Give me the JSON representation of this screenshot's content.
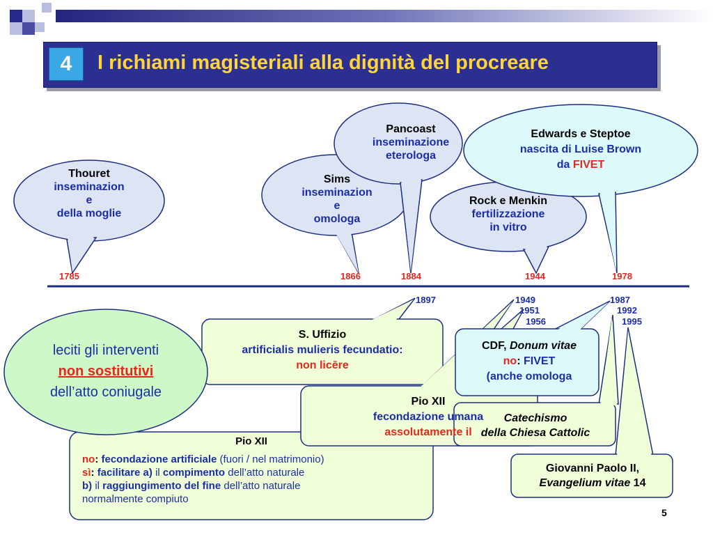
{
  "slide": {
    "number_badge": "4",
    "title": "I richiami magisteriali alla dignità del procreare",
    "page_number": "5"
  },
  "timeline": {
    "top_years": [
      "1785",
      "1866",
      "1884",
      "1944",
      "1978"
    ],
    "bottom_years": [
      "1897",
      "1949",
      "1951",
      "1956",
      "1987",
      "1992",
      "1995"
    ]
  },
  "bubbles": {
    "thouret": {
      "name": "Thouret",
      "line1": "inseminazion",
      "line2": "e",
      "line3": "della moglie"
    },
    "sims": {
      "name": "Sims",
      "line1": "inseminazion",
      "line2": "e",
      "line3": "omologa"
    },
    "pancoast": {
      "name": "Pancoast",
      "line1": "inseminazione",
      "line2": "eterologa"
    },
    "rock": {
      "name": "Rock e Menkin",
      "line1": "fertilizzazione",
      "line2": "in vitro"
    },
    "edwards": {
      "name": "Edwards e Steptoe",
      "line1": "nascita di Luise Brown",
      "line2_prefix": "da ",
      "line2_highlight": "FIVET"
    },
    "leciti": {
      "line1": "leciti gli interventi",
      "line2": "non sostitutivi",
      "line3": "dell’atto coniugale"
    }
  },
  "callouts": {
    "uffizio": {
      "title": "S. Uffizio",
      "line1": "artificialis mulieris fecundatio:",
      "line2": "non licēre"
    },
    "pio_xii_a": {
      "title": "Pio XII",
      "line1": "fecondazione umana",
      "line2": "assolutamente il"
    },
    "cdf": {
      "title_prefix": "CDF, ",
      "title_italic": "Donum vitae",
      "line1_red": "no",
      "line1_sep": ": ",
      "line1_blue": "FIVET",
      "line2": "(anche omologa"
    },
    "catechismo": {
      "line1": "Catechismo",
      "line2": "della Chiesa Cattolic"
    },
    "gp2": {
      "line1": "Giovanni Paolo II,",
      "line2_italic": "Evangelium vitae",
      "line2_rest": " 14"
    },
    "pio_xii_b": {
      "title": "Pio XII",
      "l1_red": "no",
      "l1_sep": ": ",
      "l1_blue": "fecondazione artificiale",
      "l1_rest": " (fuori / nel matrimonio)",
      "l2_red": "sì",
      "l2_sep": ": ",
      "l2_blue": "facilitare a)",
      "l2_mid": " il ",
      "l2_bold": "compimento",
      "l2_rest": " dell’atto naturale",
      "l3_blue": "b)",
      "l3_mid": " il ",
      "l3_bold": "raggiungimento del fine",
      "l3_rest": " dell’atto naturale",
      "l4": "normalmente compiuto"
    }
  },
  "colors": {
    "title_bg": "#2b2f91",
    "title_text": "#ffd43b",
    "badge": "#3aa7e6",
    "bubble_fill": "#dde4f4",
    "bubble_cyan": "#dcfafa",
    "callout_fill": "#f1ffd8",
    "leciti_fill": "#cef8c8",
    "timeline": "#1b2e80",
    "red": "#e8261c",
    "blue": "#1b2ea8"
  }
}
